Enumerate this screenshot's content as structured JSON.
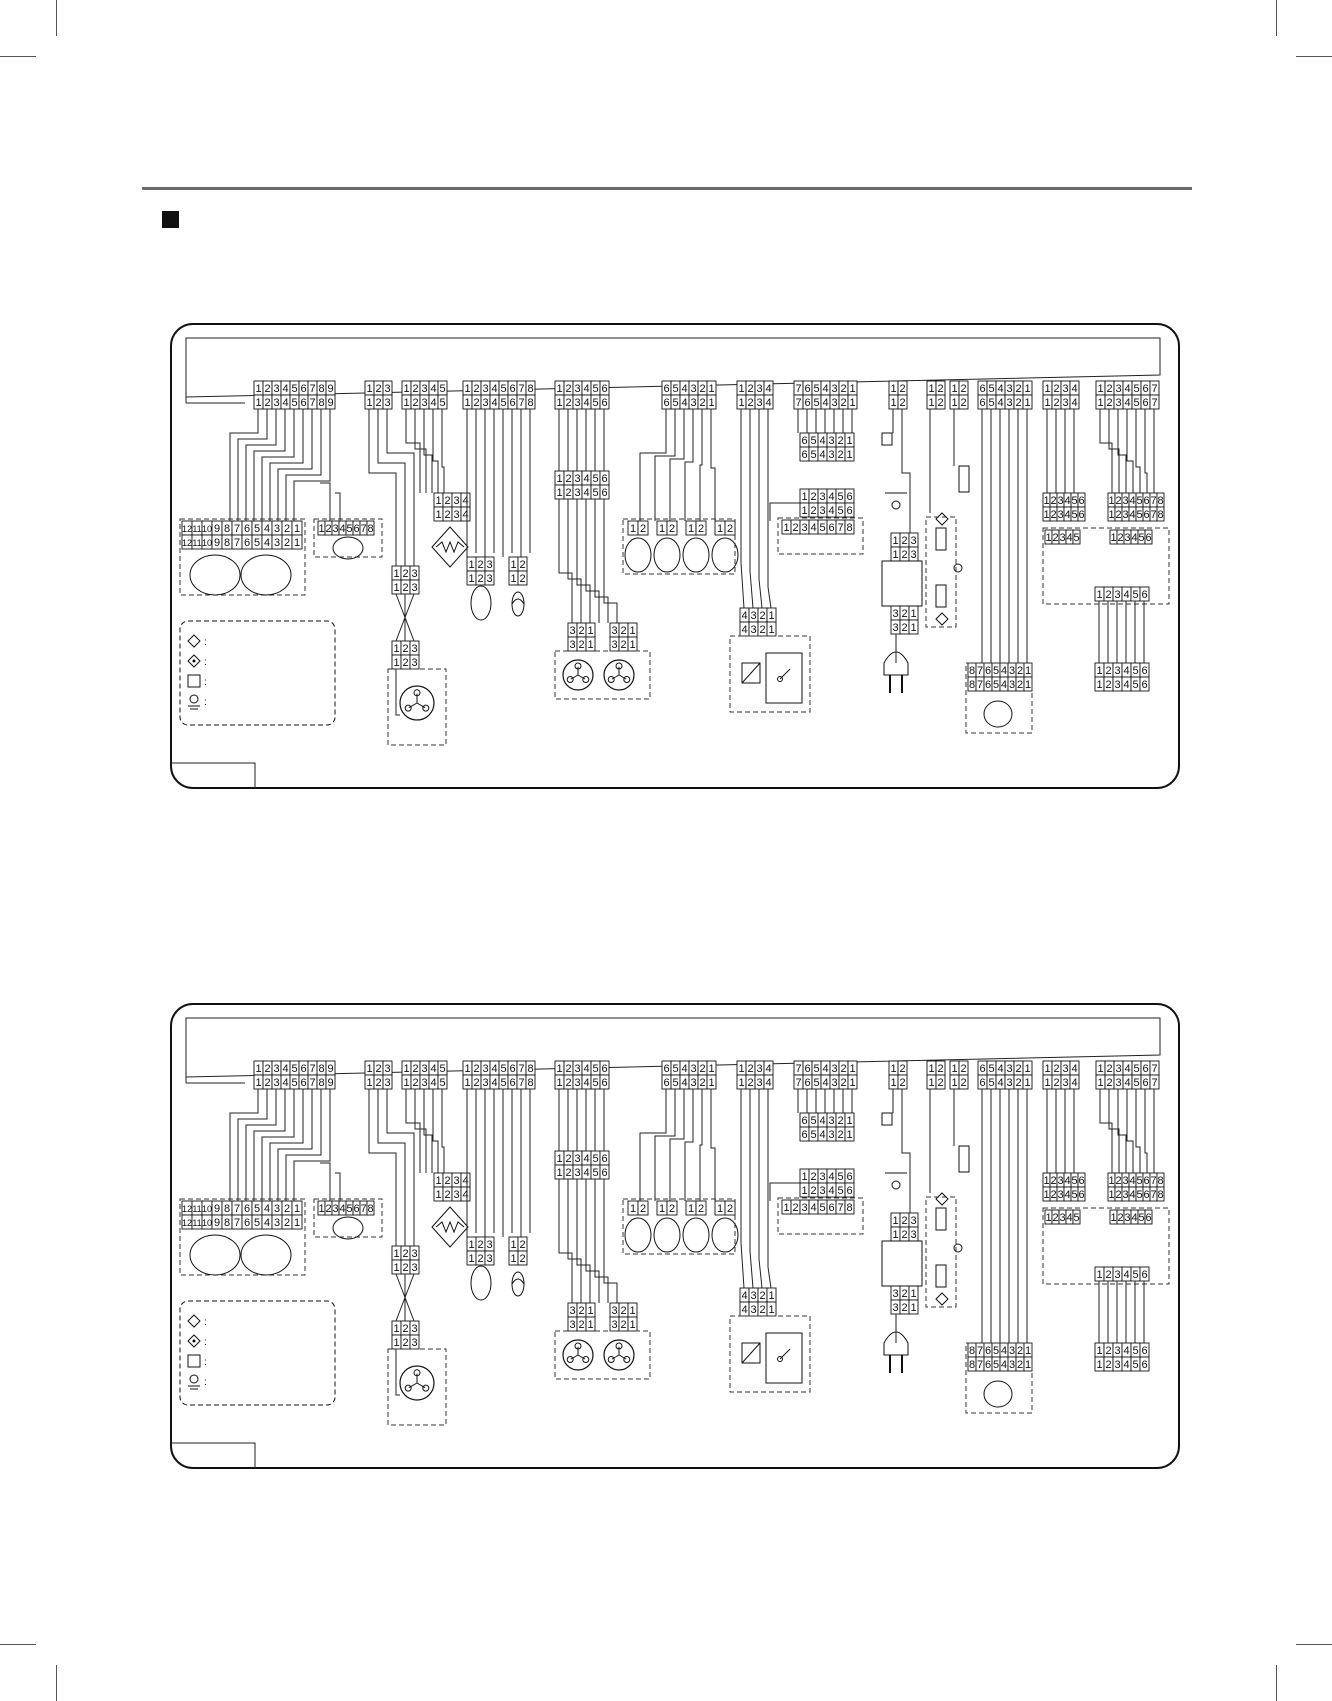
{
  "page": {
    "header_rule_color": "#6b6b6b",
    "bullet_color": "#111111"
  },
  "diagram": {
    "legend_symbols": [
      "diamond",
      "diamond-dotted",
      "square",
      "ground"
    ],
    "legend_colons": [
      ":",
      ":",
      ":",
      ":"
    ],
    "top_connectors": [
      {
        "id": "c9",
        "pins": [
          "1",
          "2",
          "3",
          "4",
          "5",
          "6",
          "7",
          "8",
          "9"
        ]
      },
      {
        "id": "c3a",
        "pins": [
          "1",
          "2",
          "3"
        ]
      },
      {
        "id": "c5",
        "pins": [
          "1",
          "2",
          "3",
          "4",
          "5"
        ]
      },
      {
        "id": "c8",
        "pins": [
          "1",
          "2",
          "3",
          "4",
          "5",
          "6",
          "7",
          "8"
        ]
      },
      {
        "id": "c6a",
        "pins": [
          "1",
          "2",
          "3",
          "4",
          "5",
          "6"
        ]
      },
      {
        "id": "c6b",
        "pins": [
          "6",
          "5",
          "4",
          "3",
          "2",
          "1"
        ]
      },
      {
        "id": "c4",
        "pins": [
          "1",
          "2",
          "3",
          "4"
        ]
      },
      {
        "id": "c7a",
        "pins": [
          "7",
          "6",
          "5",
          "4",
          "3",
          "2",
          "1"
        ]
      },
      {
        "id": "c2a",
        "pins": [
          "1",
          "2"
        ]
      },
      {
        "id": "c2b",
        "pins": [
          "1",
          "2"
        ]
      },
      {
        "id": "c2c",
        "pins": [
          "1",
          "2"
        ]
      },
      {
        "id": "c6c",
        "pins": [
          "6",
          "5",
          "4",
          "3",
          "2",
          "1"
        ]
      },
      {
        "id": "c4b",
        "pins": [
          "1",
          "2",
          "3",
          "4"
        ]
      },
      {
        "id": "c7b",
        "pins": [
          "1",
          "2",
          "3",
          "4",
          "5",
          "6",
          "7"
        ]
      }
    ],
    "inner_connectors": [
      {
        "id": "big12",
        "pins": [
          "12",
          "11",
          "10",
          "9",
          "8",
          "7",
          "6",
          "5",
          "4",
          "3",
          "2",
          "1"
        ]
      },
      {
        "id": "s8",
        "pins": [
          "1",
          "2",
          "3",
          "4",
          "5",
          "6",
          "7",
          "8"
        ]
      },
      {
        "id": "m4",
        "pins": [
          "1",
          "2",
          "3",
          "4"
        ]
      },
      {
        "id": "m3x",
        "pins": [
          "1",
          "2",
          "3"
        ]
      },
      {
        "id": "m3y",
        "pins": [
          "1",
          "2",
          "3"
        ]
      },
      {
        "id": "r3",
        "pins": [
          "1",
          "2",
          "3"
        ]
      },
      {
        "id": "r2",
        "pins": [
          "1",
          "2"
        ]
      },
      {
        "id": "mid6",
        "pins": [
          "1",
          "2",
          "3",
          "4",
          "5",
          "6"
        ]
      },
      {
        "id": "f1",
        "pins": [
          "3",
          "2",
          "1"
        ]
      },
      {
        "id": "f2",
        "pins": [
          "3",
          "2",
          "1"
        ]
      },
      {
        "id": "b12",
        "pins": [
          "1",
          "2"
        ]
      },
      {
        "id": "d4",
        "pins": [
          "4",
          "3",
          "2",
          "1"
        ]
      },
      {
        "id": "e6",
        "pins": [
          "6",
          "5",
          "4",
          "3",
          "2",
          "1"
        ]
      },
      {
        "id": "e6b",
        "pins": [
          "1",
          "2",
          "3",
          "4",
          "5",
          "6"
        ]
      },
      {
        "id": "e8",
        "pins": [
          "1",
          "2",
          "3",
          "4",
          "5",
          "6",
          "7",
          "8"
        ]
      },
      {
        "id": "g3",
        "pins": [
          "1",
          "2",
          "3"
        ]
      },
      {
        "id": "g3b",
        "pins": [
          "3",
          "2",
          "1"
        ]
      },
      {
        "id": "h8",
        "pins": [
          "8",
          "7",
          "6",
          "5",
          "4",
          "3",
          "2",
          "1"
        ]
      },
      {
        "id": "k6",
        "pins": [
          "1",
          "2",
          "3",
          "4",
          "5",
          "6"
        ]
      },
      {
        "id": "k8",
        "pins": [
          "1",
          "2",
          "3",
          "4",
          "5",
          "6",
          "7",
          "8"
        ]
      },
      {
        "id": "k6b",
        "pins": [
          "1",
          "2",
          "3",
          "4",
          "5",
          "6"
        ]
      },
      {
        "id": "k5",
        "pins": [
          "1",
          "2",
          "3",
          "4",
          "5"
        ]
      },
      {
        "id": "k6c",
        "pins": [
          "1",
          "2",
          "3",
          "4",
          "5",
          "6"
        ]
      },
      {
        "id": "k6d",
        "pins": [
          "1",
          "2",
          "3",
          "4",
          "5",
          "6"
        ]
      }
    ]
  }
}
